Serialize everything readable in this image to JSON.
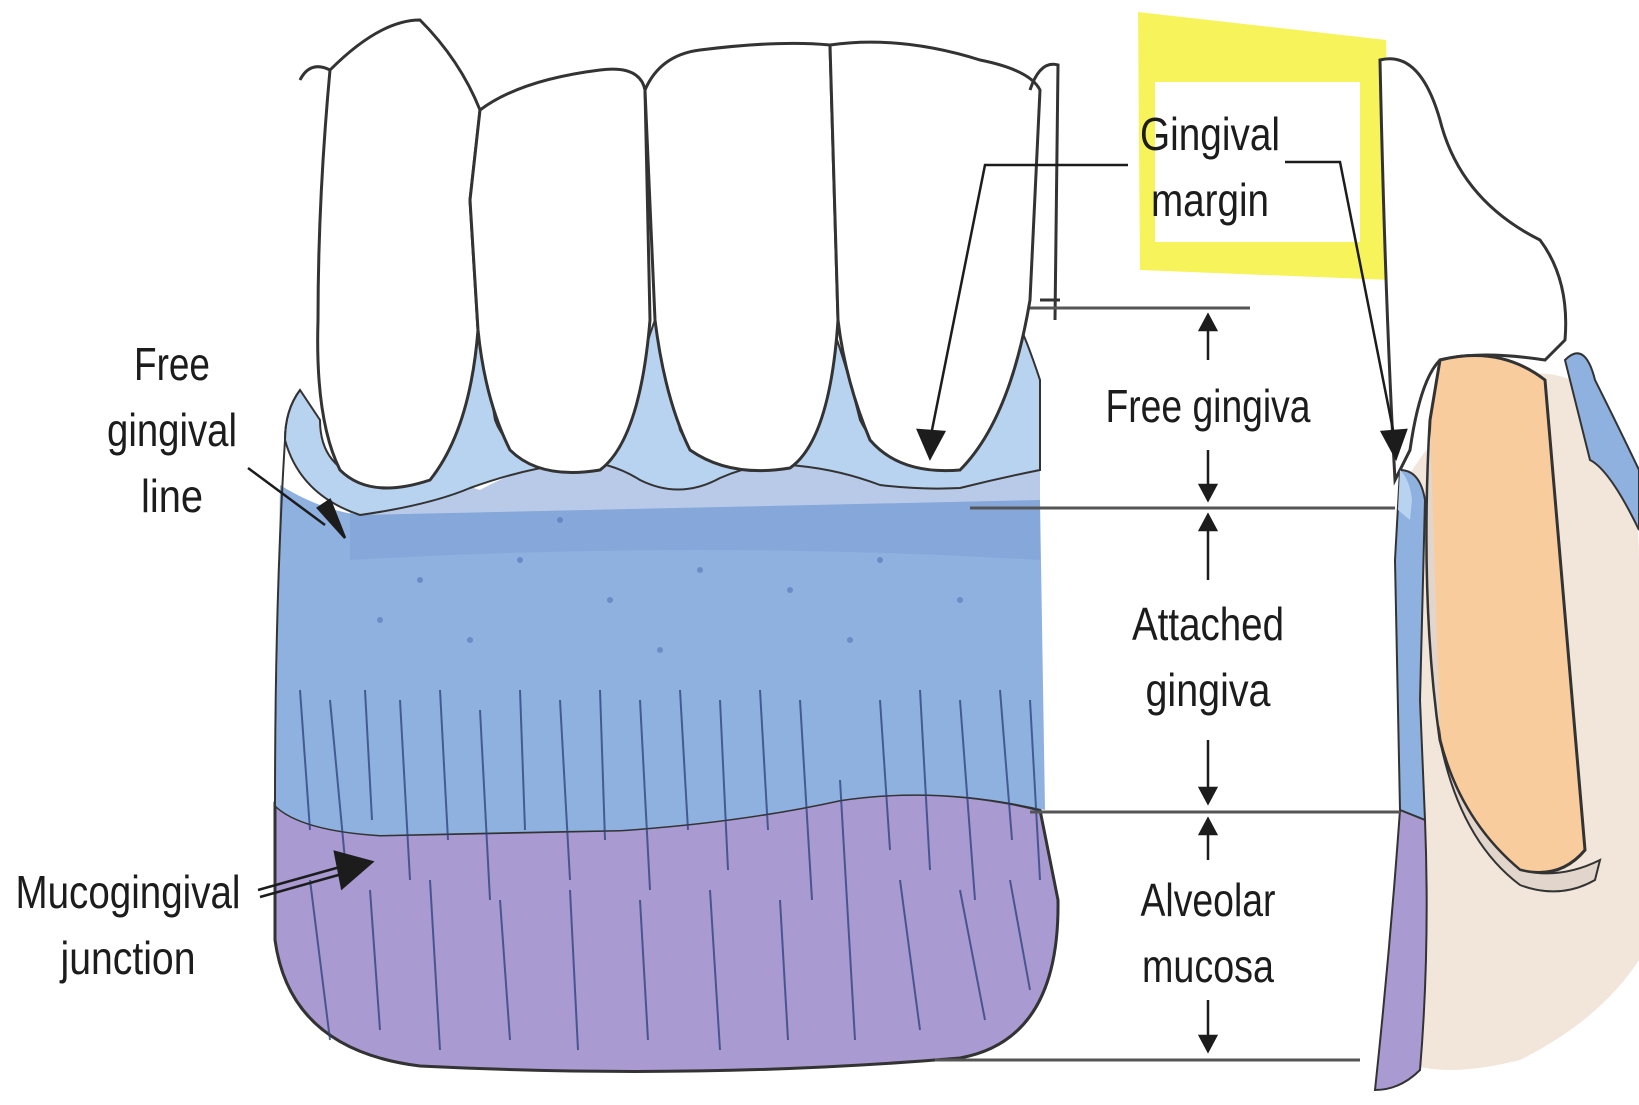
{
  "labels": {
    "free_gingival_line": [
      "Free",
      "gingival",
      "line"
    ],
    "mucogingival_junction": [
      "Mucogingival",
      "junction"
    ],
    "gingival_margin": [
      "Gingival",
      "margin"
    ],
    "free_gingiva": "Free gingiva",
    "attached_gingiva": [
      "Attached",
      "gingiva"
    ],
    "alveolar_mucosa": [
      "Alveolar",
      "mucosa"
    ]
  },
  "colors": {
    "tooth": "#ffffff",
    "free_gingiva": "#b8d3ef",
    "attached_gingiva": "#8fb1e0",
    "attached_gingiva_dark": "#6f93cc",
    "alveolar_mucosa": "#a99ad2",
    "highlight": "#f7f35a",
    "enamel_section": "#f8cc9c",
    "bone_section": "#f2e6da",
    "outline": "#333333"
  }
}
